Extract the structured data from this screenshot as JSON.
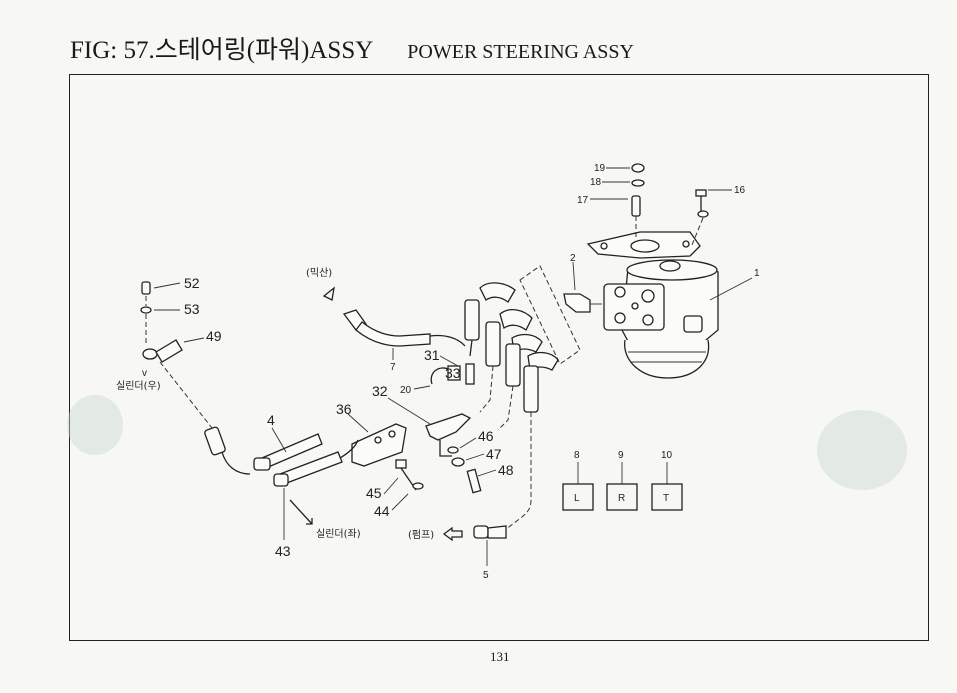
{
  "header": {
    "title": "FIG: 57.스테어링(파워)ASSY",
    "subtitle": "POWER STEERING ASSY"
  },
  "page_number": "131",
  "callouts": {
    "c1": "1",
    "c2": "2",
    "c4": "4",
    "c5": "5",
    "c7": "7",
    "c8": "8",
    "c9": "9",
    "c10": "10",
    "c16": "16",
    "c17": "17",
    "c18": "18",
    "c19": "19",
    "c20": "20",
    "c31": "31",
    "c32": "32",
    "c33": "33",
    "c36": "36",
    "c43": "43",
    "c44": "44",
    "c45": "45",
    "c46": "46",
    "c47": "47",
    "c48": "48",
    "c49": "49",
    "c52": "52",
    "c53": "53"
  },
  "port_boxes": {
    "l": "L",
    "r": "R",
    "t": "T"
  },
  "annotations": {
    "mixer": "(믹산)",
    "cylinder_right": "실린더(우)",
    "cylinder_left": "실린더(좌)",
    "pump": "(펌프)"
  }
}
